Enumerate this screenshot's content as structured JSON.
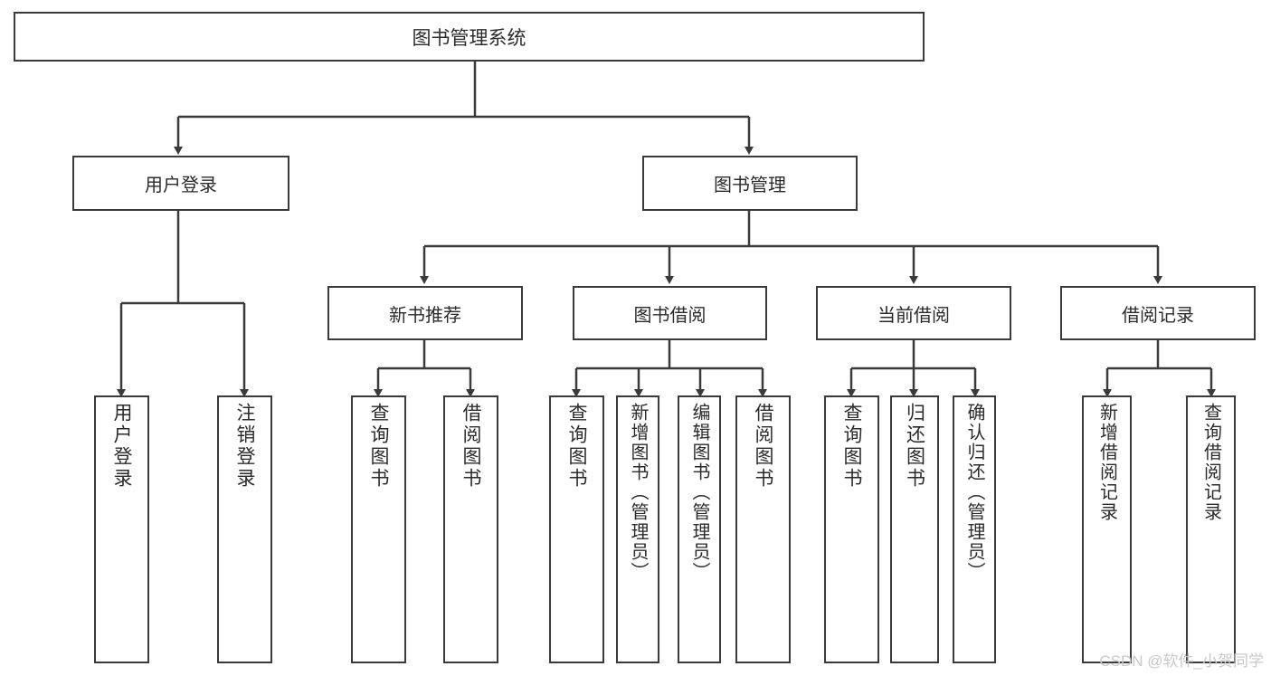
{
  "diagram": {
    "title": "图书管理系统",
    "type": "hierarchy-tree",
    "root": {
      "label": "图书管理系统"
    },
    "tier1": [
      {
        "label": "用户登录"
      },
      {
        "label": "图书管理"
      }
    ],
    "tier2": [
      {
        "label": "新书推荐"
      },
      {
        "label": "图书借阅"
      },
      {
        "label": "当前借阅"
      },
      {
        "label": "借阅记录"
      }
    ],
    "leaves": {
      "user_login": [
        {
          "label": "用户登录"
        },
        {
          "label": "注销登录"
        }
      ],
      "new_book_recommend": [
        {
          "label": "查询图书"
        },
        {
          "label": "借阅图书"
        }
      ],
      "book_borrow": [
        {
          "label": "查询图书"
        },
        {
          "label": "新增图书（管理员）"
        },
        {
          "label": "编辑图书（管理员）"
        },
        {
          "label": "借阅图书"
        }
      ],
      "current_borrow": [
        {
          "label": "查询图书"
        },
        {
          "label": "归还图书"
        },
        {
          "label": "确认归还（管理员）"
        }
      ],
      "borrow_record": [
        {
          "label": "新增借阅记录"
        },
        {
          "label": "查询借阅记录"
        }
      ]
    }
  },
  "watermark": {
    "text": "CSDN @软件_小贺同学",
    "color": "#c8c8c8"
  },
  "colors": {
    "stroke": "#3a3a3a",
    "text": "#2b2b2b",
    "background": "#ffffff"
  }
}
